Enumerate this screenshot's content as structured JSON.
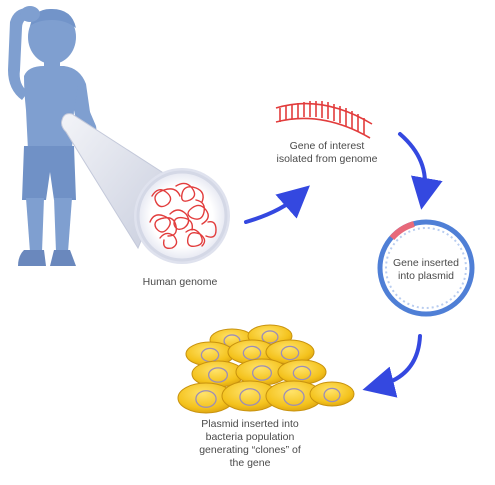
{
  "diagram": {
    "steps": [
      {
        "id": "genome",
        "lines": [
          "Human genome"
        ]
      },
      {
        "id": "isolate",
        "lines": [
          "Gene of interest",
          "isolated from genome"
        ]
      },
      {
        "id": "insert",
        "lines": [
          "Gene inserted",
          "into plasmid"
        ]
      },
      {
        "id": "clone",
        "lines": [
          "Plasmid inserted into",
          "bacteria population",
          "generating “clones” of",
          "the gene"
        ]
      }
    ],
    "colors": {
      "figure": "#7f9fd0",
      "cone": "#d8dce8",
      "dna": "#e23c3c",
      "arrow": "#3448e0",
      "plasmid": "#4f7fd6",
      "bacteria": "#f0c220",
      "bacteria_ring": "#9b8db8"
    },
    "icons": [
      "person-scratching-head-icon",
      "magnifier-cone-icon",
      "dna-strand-icon",
      "plasmid-ring-icon",
      "bacteria-colony-icon"
    ]
  }
}
